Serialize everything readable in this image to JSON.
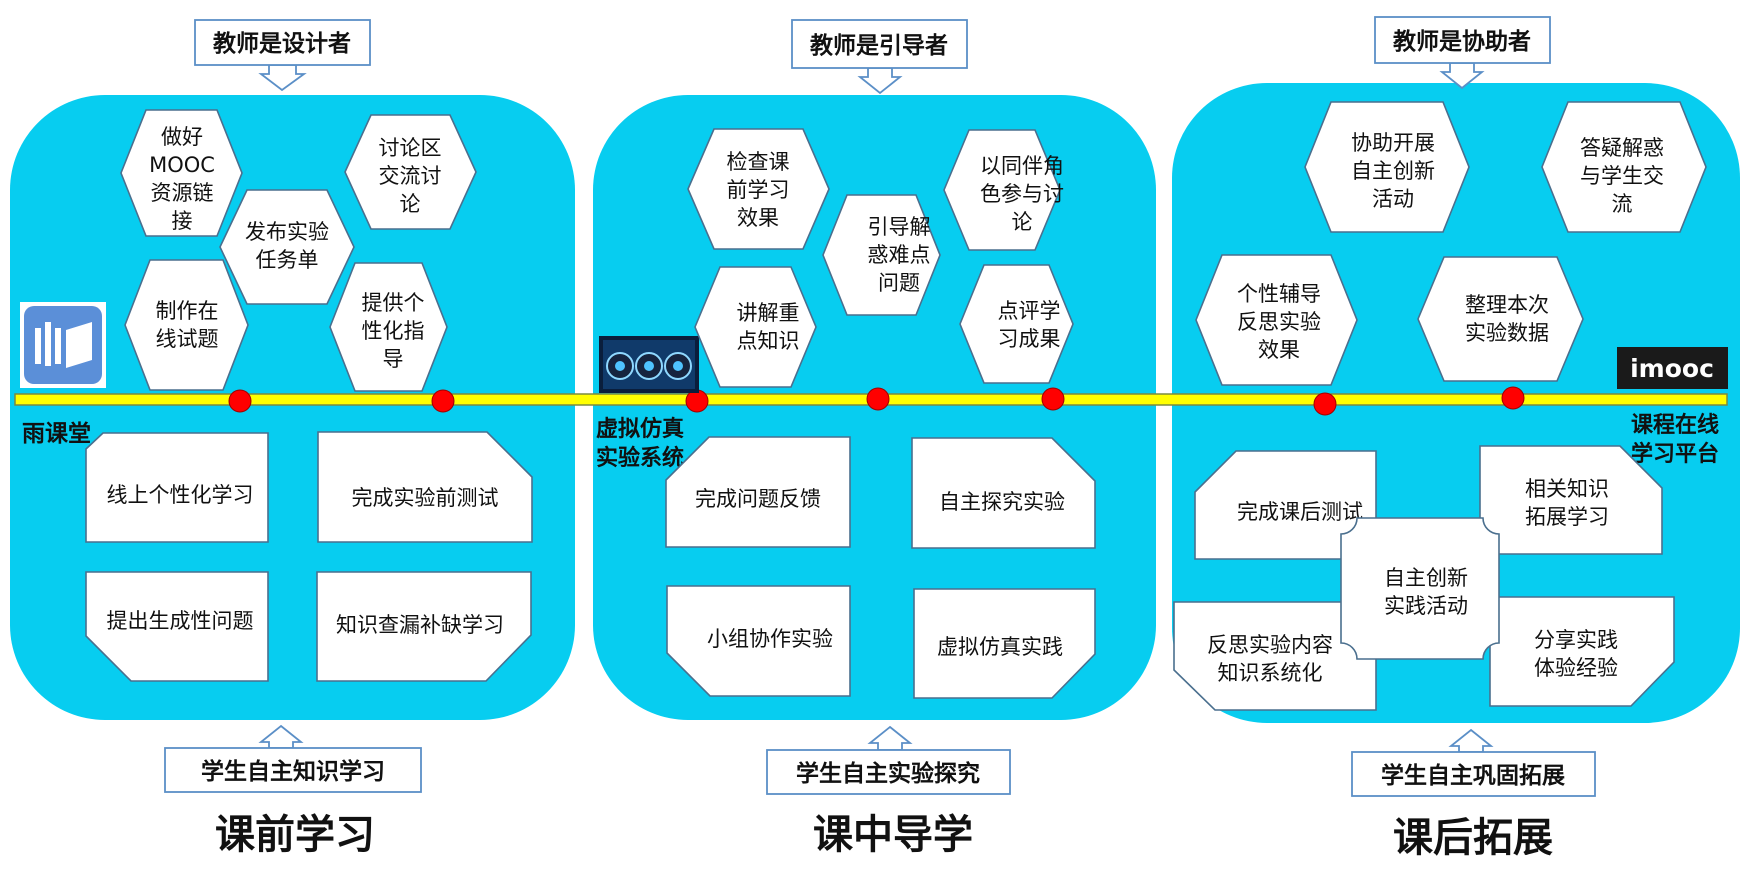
{
  "phases": [
    {
      "title": "课前学习",
      "teacher_role": "教师是设计者",
      "student_role": "学生自主知识学习",
      "platform": "雨课堂",
      "platform_icon": "rain-classroom-logo-icon",
      "teacher_tasks": [
        [
          "做好",
          "MOOC",
          "资源链",
          "接"
        ],
        [
          "讨论区",
          "交流讨",
          "论"
        ],
        [
          "发布实验",
          "任务单"
        ],
        [
          "制作在",
          "线试题"
        ],
        [
          "提供个",
          "性化指",
          "导"
        ]
      ],
      "student_tasks": [
        "线上个性化学习",
        "完成实验前测试",
        "提出生成性问题",
        "知识查漏补缺学习"
      ]
    },
    {
      "title": "课中导学",
      "teacher_role": "教师是引导者",
      "student_role": "学生自主实验探究",
      "platform": [
        "虚拟仿真",
        "实验系统"
      ],
      "platform_icon": "virtual-simulation-system-icon",
      "teacher_tasks": [
        [
          "检查课",
          "前学习",
          "效果"
        ],
        [
          "以同伴角",
          "色参与讨",
          "论"
        ],
        [
          "引导解",
          "惑难点",
          "问题"
        ],
        [
          "讲解重",
          "点知识"
        ],
        [
          "点评学",
          "习成果"
        ]
      ],
      "student_tasks": [
        "完成问题反馈",
        "自主探究实验",
        "小组协作实验",
        "虚拟仿真实践"
      ]
    },
    {
      "title": "课后拓展",
      "teacher_role": "教师是协助者",
      "student_role": "学生自主巩固拓展",
      "platform": [
        "课程在线",
        "学习平台"
      ],
      "platform_logo_text": "imooc",
      "teacher_tasks": [
        [
          "协助开展",
          "自主创新",
          "活动"
        ],
        [
          "答疑解惑",
          "与学生交",
          "流"
        ],
        [
          "个性辅导",
          "反思实验",
          "效果"
        ],
        [
          "整理本次",
          "实验数据"
        ]
      ],
      "student_tasks": [
        [
          "完成课后测试"
        ],
        [
          "相关知识",
          "拓展学习"
        ],
        [
          "自主创新",
          "实践活动"
        ],
        [
          "反思实验内容",
          "知识系统化"
        ],
        [
          "分享实践",
          "体验经验"
        ]
      ]
    }
  ],
  "colors": {
    "panel": "#07cdf0",
    "timeline": "#ffff00",
    "milestone": "#ff0000",
    "border": "#5b8fc7"
  }
}
